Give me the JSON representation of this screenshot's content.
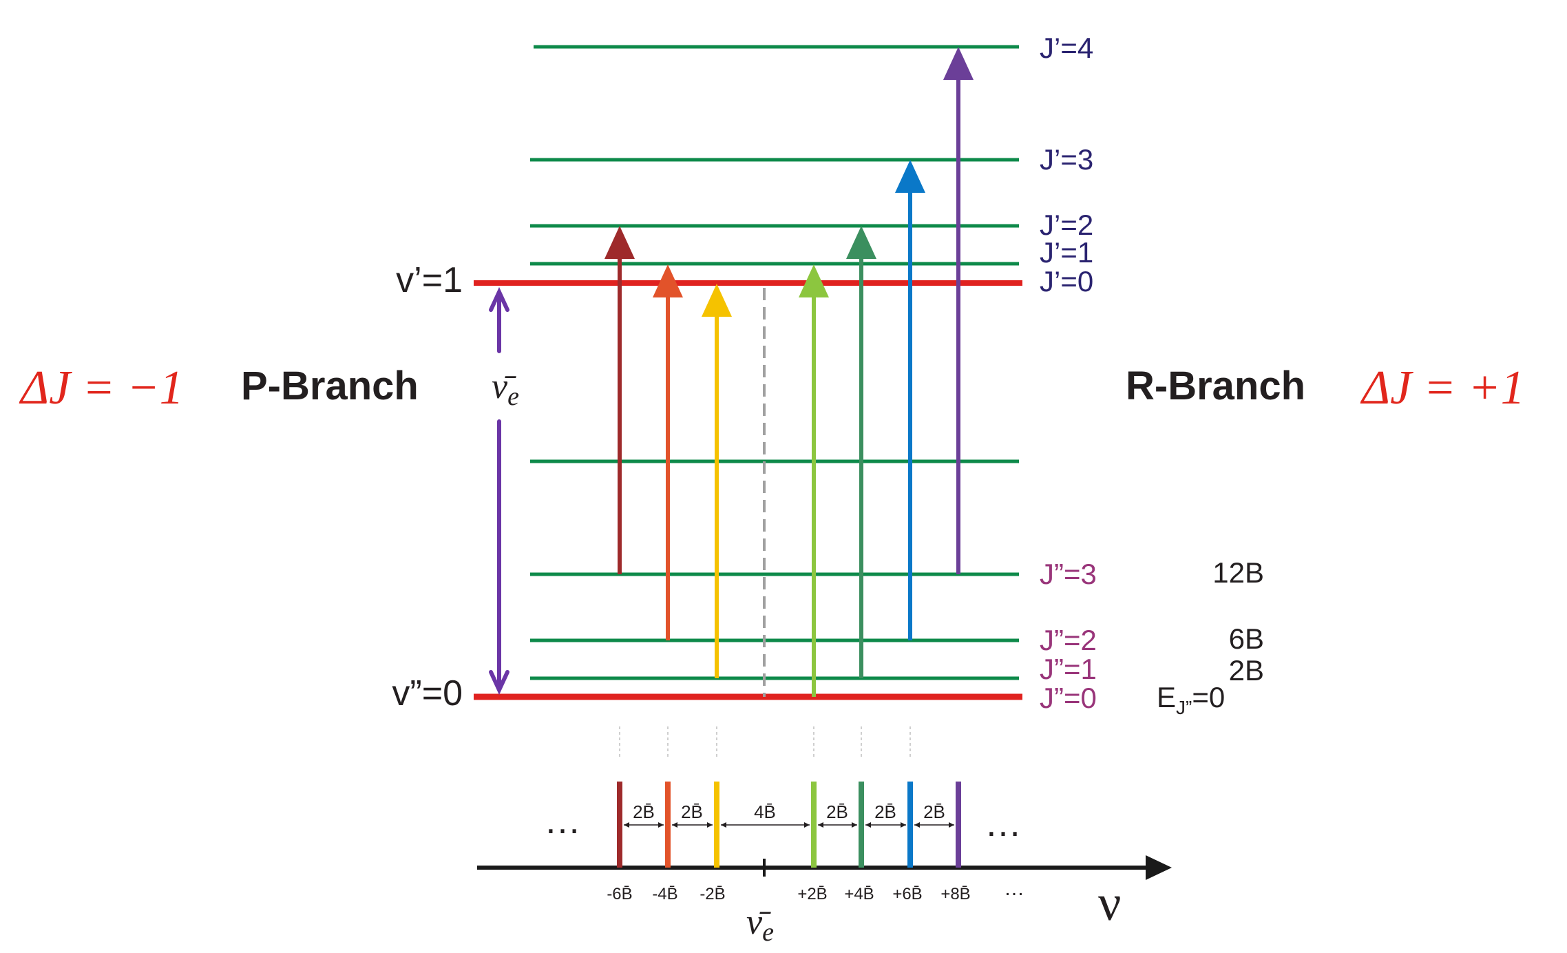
{
  "colors": {
    "level_green": "#0e8a4a",
    "vib_red": "#e0221f",
    "axis": "#1a1a1a",
    "dashed": "#a0a0a0",
    "ve_arrow": "#6a35a6"
  },
  "labels": {
    "delta_p": "ΔJ = −1",
    "delta_r": "ΔJ = +1",
    "p_branch": "P-Branch",
    "r_branch": "R-Branch",
    "v_upper": "v’=1",
    "v_lower": "v”=0",
    "nu_e_level": "ν̄",
    "nu_e_level_sub": "e",
    "nu_e_axis": "ν̄",
    "nu_e_axis_sub": "e",
    "nu_axis": "ν",
    "dots_left": "…",
    "dots_right": "…",
    "dots_ticks": "…"
  },
  "upper_levels": [
    "J’=4",
    "J’=3",
    "J’=2",
    "J’=1",
    "J’=0"
  ],
  "lower_levels": [
    "J”=3",
    "J”=2",
    "J”=1",
    "J”=0"
  ],
  "energies": [
    "12B",
    "6B",
    "2B"
  ],
  "energy_zero": {
    "main": "E",
    "sub": "J”",
    "tail": "=0"
  },
  "transitions": [
    {
      "color": "#9e2a2b",
      "tick": "-6B̄"
    },
    {
      "color": "#e2532a",
      "tick": "-4B̄"
    },
    {
      "color": "#f5c200",
      "tick": "-2B̄"
    },
    {
      "color": "#8cc63f",
      "tick": "+2B̄"
    },
    {
      "color": "#3b8f5f",
      "tick": "+4B̄"
    },
    {
      "color": "#0a78c8",
      "tick": "+6B̄"
    },
    {
      "color": "#6b3f98",
      "tick": "+8B̄"
    }
  ],
  "spacings": [
    "2B̄",
    "2B̄",
    "4B̄",
    "2B̄",
    "2B̄",
    "2B̄"
  ]
}
